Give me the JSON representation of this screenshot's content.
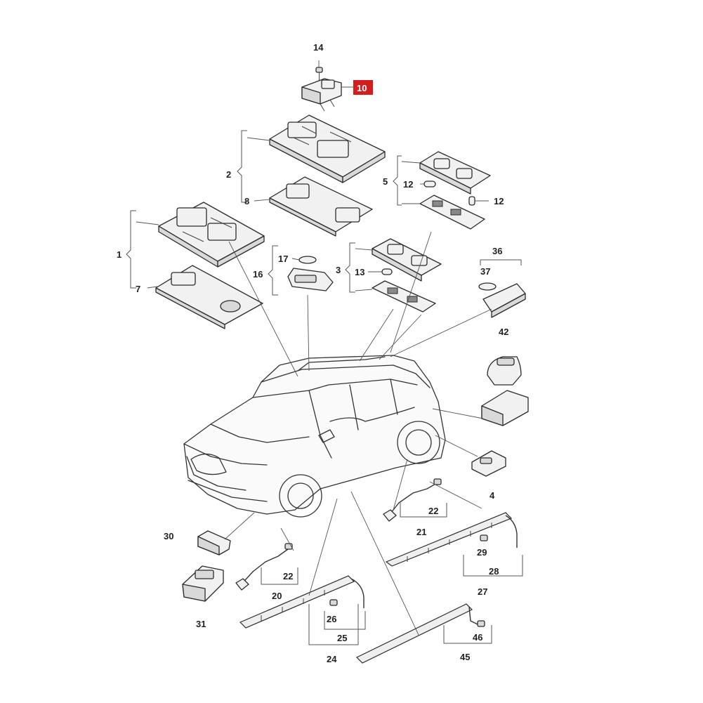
{
  "diagram": {
    "highlighted_callout": "10",
    "highlight_color": "#d41e1e",
    "callouts": [
      {
        "id": "14",
        "label": "14"
      },
      {
        "id": "10",
        "label": "10"
      },
      {
        "id": "2",
        "label": "2"
      },
      {
        "id": "8",
        "label": "8"
      },
      {
        "id": "5",
        "label": "5"
      },
      {
        "id": "12a",
        "label": "12"
      },
      {
        "id": "12b",
        "label": "12"
      },
      {
        "id": "1",
        "label": "1"
      },
      {
        "id": "7",
        "label": "7"
      },
      {
        "id": "17",
        "label": "17"
      },
      {
        "id": "16",
        "label": "16"
      },
      {
        "id": "3",
        "label": "3"
      },
      {
        "id": "13",
        "label": "13"
      },
      {
        "id": "36",
        "label": "36"
      },
      {
        "id": "37",
        "label": "37"
      },
      {
        "id": "42",
        "label": "42"
      },
      {
        "id": "4",
        "label": "4"
      },
      {
        "id": "22a",
        "label": "22"
      },
      {
        "id": "21",
        "label": "21"
      },
      {
        "id": "30",
        "label": "30"
      },
      {
        "id": "22b",
        "label": "22"
      },
      {
        "id": "20",
        "label": "20"
      },
      {
        "id": "29",
        "label": "29"
      },
      {
        "id": "28",
        "label": "28"
      },
      {
        "id": "27",
        "label": "27"
      },
      {
        "id": "31",
        "label": "31"
      },
      {
        "id": "26",
        "label": "26"
      },
      {
        "id": "25",
        "label": "25"
      },
      {
        "id": "24",
        "label": "24"
      },
      {
        "id": "46",
        "label": "46"
      },
      {
        "id": "45",
        "label": "45"
      }
    ]
  }
}
